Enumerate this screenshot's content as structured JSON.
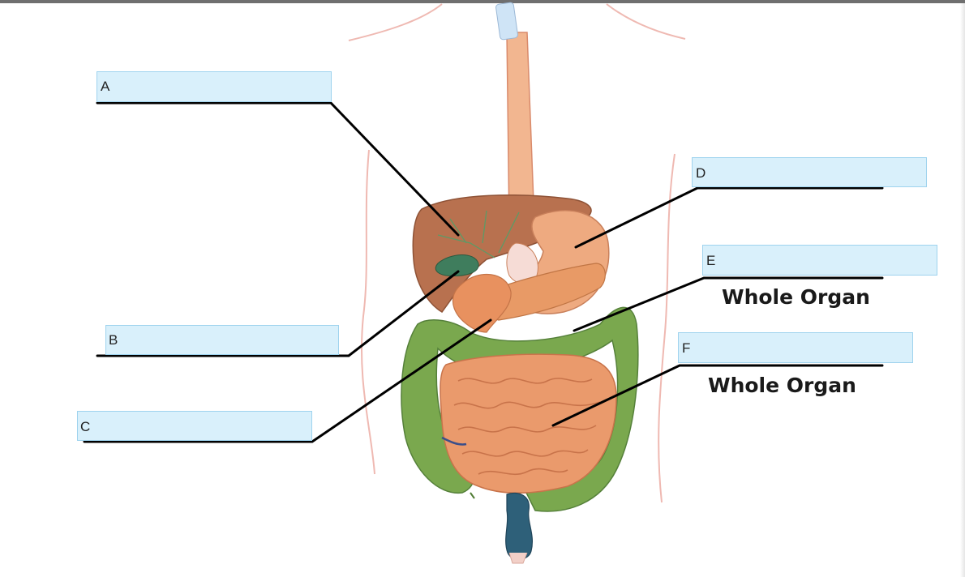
{
  "labels": [
    {
      "id": "A",
      "letter": "A"
    },
    {
      "id": "B",
      "letter": "B"
    },
    {
      "id": "C",
      "letter": "C"
    },
    {
      "id": "D",
      "letter": "D"
    },
    {
      "id": "E",
      "letter": "E",
      "note": "Whole Organ"
    },
    {
      "id": "F",
      "letter": "F",
      "note": "Whole Organ"
    }
  ],
  "colors": {
    "label_box_fill": "#d9f0fb",
    "label_box_border": "#9fd3ee",
    "leader_line": "#000000",
    "liver": "#b8714f",
    "gallbladder": "#3f7d5d",
    "stomach": "#eeaa80",
    "pancreas": "#e89a66",
    "small_intestine": "#ea9a6c",
    "large_intestine": "#7aa84e",
    "rectum": "#2e6079",
    "body_outline": "#efb9b2"
  }
}
